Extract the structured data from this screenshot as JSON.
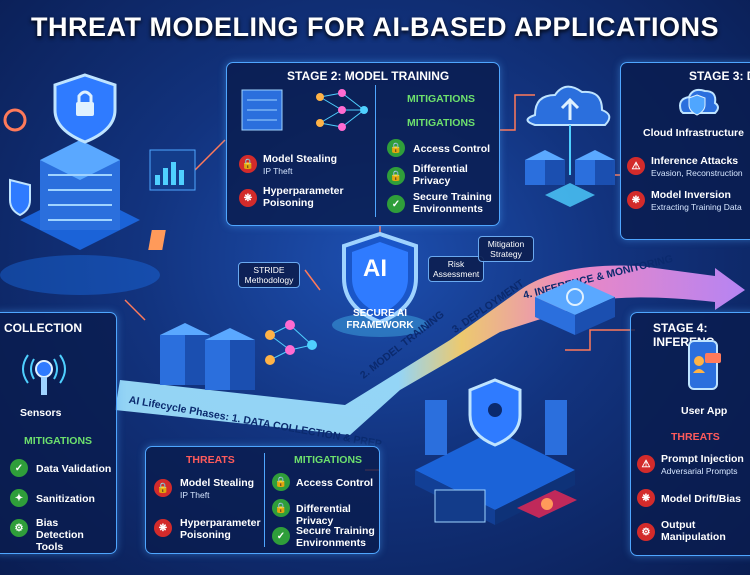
{
  "title": "THREAT MODELING FOR AI-BASED APPLICATIONS",
  "stage2": {
    "title": "STAGE 2: MODEL TRAINING",
    "mitigations_header_1": "MITIGATIONS",
    "mitigations_header_2": "MITIGATIONS",
    "threats": [
      {
        "label": "Model Stealing",
        "sub": "IP Theft"
      },
      {
        "label": "Hyperparameter Poisoning",
        "sub": ""
      }
    ],
    "mitigations": [
      "Access Control",
      "Differential Privacy",
      "Secure Training Environments"
    ]
  },
  "stage3": {
    "title": "STAGE 3: D",
    "cloud_label": "Cloud Infrastructure",
    "threats": [
      {
        "label": "Inference Attacks",
        "sub": "Evasion, Reconstruction"
      },
      {
        "label": "Model Inversion",
        "sub": "Extracting Training Data"
      }
    ]
  },
  "stage1": {
    "title": "COLLECTION",
    "sensors": "Sensors",
    "mitigations_header": "MITIGATIONS",
    "mitigations": [
      "Data Validation",
      "Sanitization",
      "Bias Detection Tools"
    ]
  },
  "center": {
    "ai": "AI",
    "framework": "SECURE AI FRAMEWORK",
    "stride": "STRIDE Methodology",
    "risk": "Risk Assessment",
    "mitigation_strategy": "Mitigation Strategy"
  },
  "ribbon": {
    "phases": "AI Lifecycle Phases: 1. DATA COLLECTION & PREP",
    "p2": "2. MODEL TRAINING",
    "p3": "3. DEPLOYMENT",
    "p4": "4. INFERENCE & MONITORING"
  },
  "bottom": {
    "threats_header": "THREATS",
    "mitigations_header": "MITIGATIONS",
    "threats": [
      {
        "label": "Model Stealing",
        "sub": "IP Theft"
      },
      {
        "label": "Hyperparameter Poisoning",
        "sub": ""
      }
    ],
    "mitigations": [
      "Access Control",
      "Differential Privacy",
      "Secure Training Environments"
    ]
  },
  "stage4": {
    "title": "STAGE 4: INFERENC",
    "user_app": "User App",
    "threats_header": "THREATS",
    "threats": [
      {
        "label": "Prompt Injection",
        "sub": "Adversarial Prompts"
      },
      {
        "label": "Model Drift/Bias",
        "sub": ""
      },
      {
        "label": "Output Manipulation",
        "sub": ""
      }
    ]
  },
  "colors": {
    "red": "#ff5b5b",
    "green": "#6de06d",
    "accent": "#4fa6ff",
    "ribbon": "#8fd0ff"
  }
}
